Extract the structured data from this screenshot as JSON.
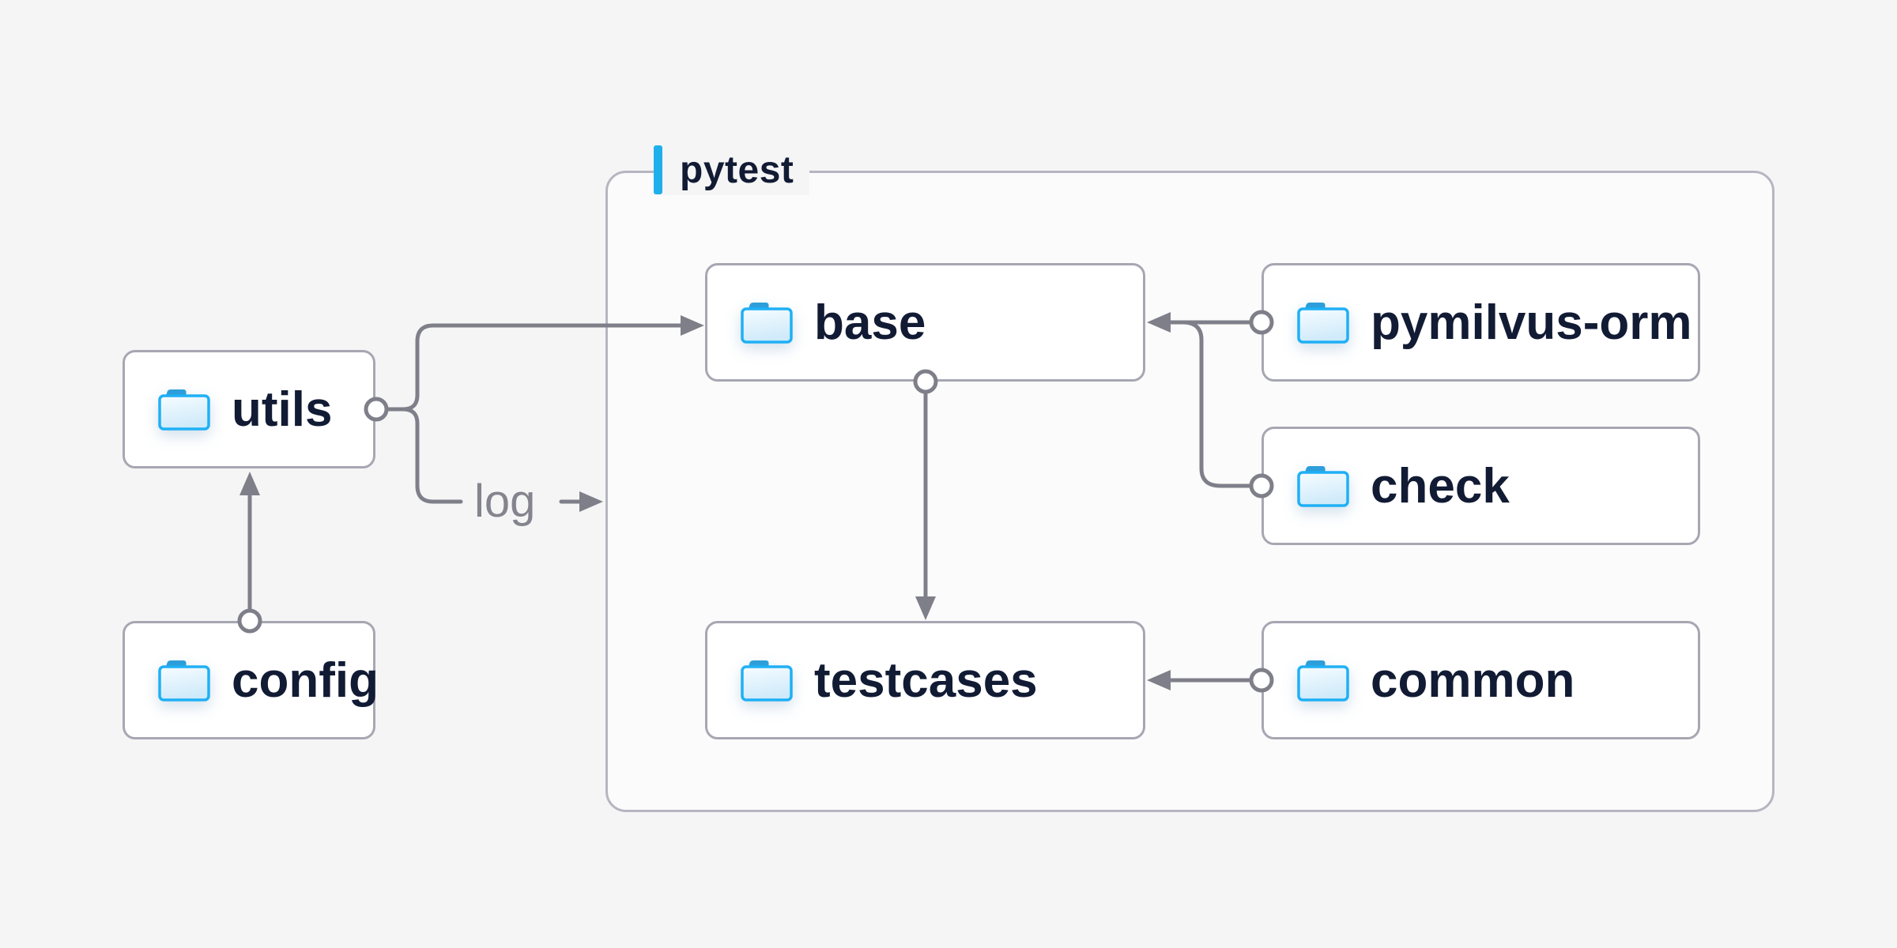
{
  "diagram": {
    "background": "#f5f5f6",
    "edge_color": "#7f7f8a",
    "text_color": "#121b34",
    "group": {
      "label": "pytest",
      "accent_color": "#1fb0eb",
      "border_color": "#b6b6c2",
      "children": [
        "base",
        "pymilvus-orm",
        "check",
        "testcases",
        "common"
      ]
    },
    "nodes": [
      {
        "id": "utils",
        "label": "utils",
        "icon": "folder-icon"
      },
      {
        "id": "config",
        "label": "config",
        "icon": "folder-icon"
      },
      {
        "id": "base",
        "label": "base",
        "icon": "folder-icon"
      },
      {
        "id": "pymilvus-orm",
        "label": "pymilvus-orm",
        "icon": "folder-icon"
      },
      {
        "id": "check",
        "label": "check",
        "icon": "folder-icon"
      },
      {
        "id": "testcases",
        "label": "testcases",
        "icon": "folder-icon"
      },
      {
        "id": "common",
        "label": "common",
        "icon": "folder-icon"
      }
    ],
    "edges": [
      {
        "from": "config",
        "to": "utils",
        "label": ""
      },
      {
        "from": "utils",
        "to": "base",
        "label": ""
      },
      {
        "from": "utils",
        "to": "pytest",
        "label": "log"
      },
      {
        "from": "pymilvus-orm",
        "to": "base",
        "label": ""
      },
      {
        "from": "check",
        "to": "base",
        "label": ""
      },
      {
        "from": "base",
        "to": "testcases",
        "label": ""
      },
      {
        "from": "common",
        "to": "testcases",
        "label": ""
      }
    ],
    "folder_icon_colors": {
      "stroke": "#1fb0f5",
      "tab": "#2d9ed9",
      "fill_top": "#f6fcff",
      "fill_bottom": "#cfeafa"
    }
  }
}
